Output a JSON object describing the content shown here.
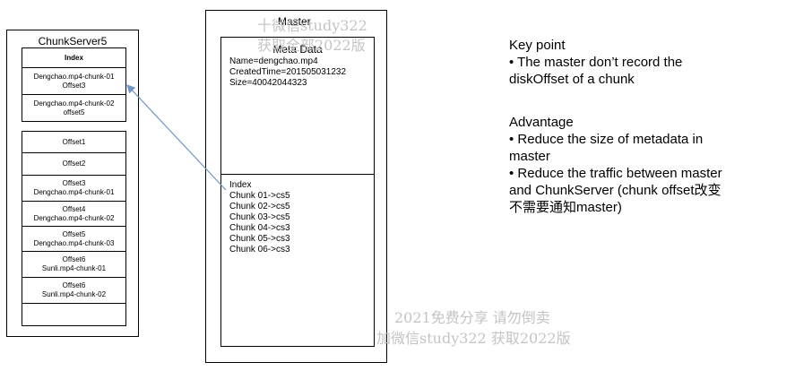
{
  "chunkserver": {
    "title": "ChunkServer5",
    "index_header": "Index",
    "index_entries": [
      {
        "line1": "Dengchao.mp4-chunk-01",
        "line2": "Offset3"
      },
      {
        "line1": "Dengchao.mp4-chunk-02",
        "line2": "offset5"
      }
    ],
    "offset_entries": [
      {
        "line1": "Offset1",
        "line2": ""
      },
      {
        "line1": "Offset2",
        "line2": ""
      },
      {
        "line1": "Offset3",
        "line2": "Dengchao.mp4-chunk-01"
      },
      {
        "line1": "Offset4",
        "line2": "Dengchao.mp4-chunk-02"
      },
      {
        "line1": "Offset5",
        "line2": "Dengchao.mp4-chunk-03"
      },
      {
        "line1": "Offset6",
        "line2": "Sunli.mp4-chunk-01"
      },
      {
        "line1": "Offset6",
        "line2": "Sunli.mp4-chunk-02"
      },
      {
        "line1": "",
        "line2": ""
      }
    ]
  },
  "master": {
    "title": "Master",
    "meta_title": "Meta Data",
    "meta_lines": [
      "Name=dengchao.mp4",
      "CreatedTime=201505031232",
      "Size=40042044323"
    ],
    "index_title": "Index",
    "index_lines": [
      "Chunk 01->cs5",
      "Chunk 02->cs5",
      "Chunk 03->cs5",
      "Chunk 04->cs3",
      "Chunk 05->cs3",
      "Chunk 06->cs3"
    ]
  },
  "notes": {
    "key_point_title": "Key point",
    "key_point_lines": [
      "• The master don’t record the",
      "diskOffset of a chunk"
    ],
    "advantage_title": "Advantage",
    "advantage_lines": [
      "•    Reduce the size of metadata in",
      "master",
      "•    Reduce the traffic between master",
      "and ChunkServer (chunk offset改变",
      "不需要通知master)"
    ]
  },
  "watermarks": {
    "top_line1": "十微信study322",
    "top_line2": "获取全部2022版",
    "bottom_line1": "2021免费分享 请勿倒卖",
    "bottom_line2": "加微信study322 获取2022版"
  },
  "colors": {
    "arrow": "#6d95c7",
    "watermark": "#c4c4c4"
  }
}
